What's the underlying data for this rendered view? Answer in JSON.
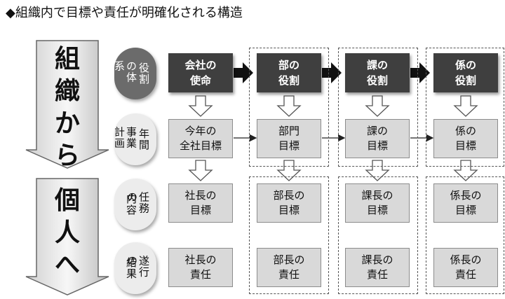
{
  "title": "◆組織内で目標や責任が明確化される構造",
  "left_arrows": {
    "top": [
      "組",
      "織",
      "か",
      "ら"
    ],
    "bottom": [
      "個",
      "人",
      "へ"
    ]
  },
  "row_labels": {
    "role": [
      "役割",
      "の体系"
    ],
    "plan": [
      "年間",
      "事業計画"
    ],
    "duty": [
      "任務の",
      "内容"
    ],
    "result": [
      "遂行の",
      "結果"
    ]
  },
  "columns": [
    {
      "header": "会社の\n使命",
      "plan": "今年の\n全社目標",
      "duty": "社長の\n目標",
      "result": "社長の\n責任"
    },
    {
      "header": "部の\n役割",
      "plan": "部門\n目標",
      "duty": "部長の\n目標",
      "result": "部長の\n責任"
    },
    {
      "header": "課の\n役割",
      "plan": "課の\n目標",
      "duty": "課長の\n目標",
      "result": "課長の\n責任"
    },
    {
      "header": "係の\n役割",
      "plan": "係の\n目標",
      "duty": "係長の\n目標",
      "result": "係長の\n責任"
    }
  ],
  "colors": {
    "header_bg": "#3f3f3f",
    "cell_bg": "#d9d9d9",
    "oval_bg": "#ececec"
  }
}
